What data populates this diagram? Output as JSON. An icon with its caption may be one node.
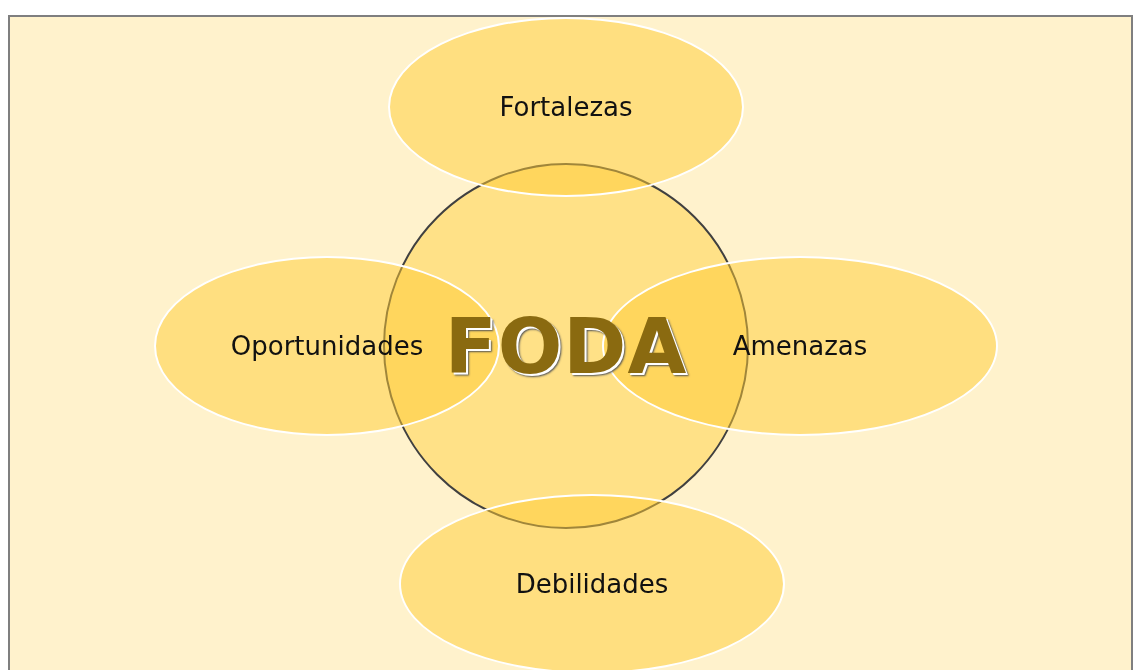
{
  "diagram": {
    "nodes": [
      {
        "text": [
          "Fortalezas"
        ]
      },
      {
        "text": [
          "Oportunidades"
        ]
      },
      {
        "text": [
          "FODA"
        ]
      },
      {
        "text": [
          "Amenazas"
        ]
      },
      {
        "text": [
          "Debilidades"
        ]
      }
    ]
  }
}
